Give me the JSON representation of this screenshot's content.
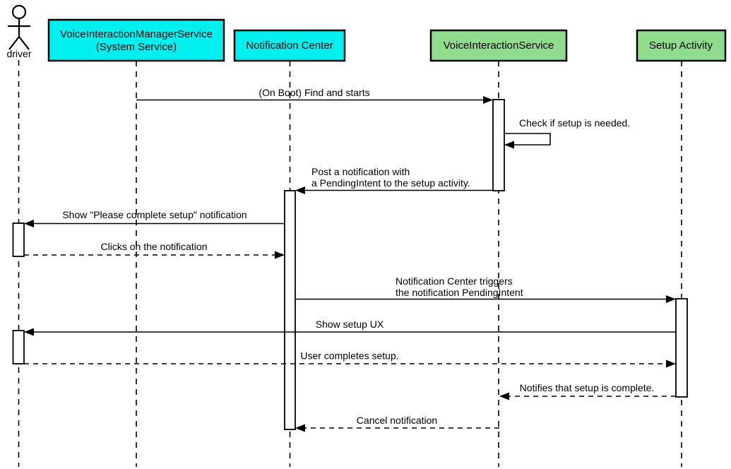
{
  "colors": {
    "system_participant_fill": "#00F0F0",
    "app_participant_fill": "#90DC8F",
    "stroke": "#000000",
    "background": "#FFFFFF"
  },
  "actor": {
    "label": "driver"
  },
  "participants": [
    {
      "id": "voice-interaction-manager-service",
      "kind": "system",
      "lines": [
        "VoiceInteractionManagerService",
        "(System Service)"
      ]
    },
    {
      "id": "notification-center",
      "kind": "system",
      "lines": [
        "Notification Center"
      ]
    },
    {
      "id": "voice-interaction-service",
      "kind": "app",
      "lines": [
        "VoiceInteractionService"
      ]
    },
    {
      "id": "setup-activity",
      "kind": "app",
      "lines": [
        "Setup Activity"
      ]
    }
  ],
  "messages": [
    {
      "from": "VoiceInteractionManagerService (System Service)",
      "to": "VoiceInteractionService",
      "style": "solid",
      "lines": [
        "(On Boot) Find and starts"
      ]
    },
    {
      "from": "VoiceInteractionService",
      "to": "VoiceInteractionService",
      "style": "solid-self",
      "lines": [
        "Check if setup is needed."
      ]
    },
    {
      "from": "VoiceInteractionService",
      "to": "Notification Center",
      "style": "solid",
      "lines": [
        "Post a notification with",
        "a PendingIntent to the setup activity."
      ]
    },
    {
      "from": "Notification Center",
      "to": "driver",
      "style": "solid",
      "lines": [
        "Show \"Please complete setup\" notification"
      ]
    },
    {
      "from": "driver",
      "to": "Notification Center",
      "style": "dashed",
      "lines": [
        "Clicks on the notification"
      ]
    },
    {
      "from": "Notification Center",
      "to": "Setup Activity",
      "style": "solid",
      "lines": [
        "Notification Center triggers",
        "the notification PendingIntent"
      ]
    },
    {
      "from": "Setup Activity",
      "to": "driver",
      "style": "solid",
      "lines": [
        "Show setup UX"
      ]
    },
    {
      "from": "driver",
      "to": "Setup Activity",
      "style": "dashed",
      "lines": [
        "User completes setup."
      ]
    },
    {
      "from": "Setup Activity",
      "to": "VoiceInteractionService",
      "style": "dashed",
      "lines": [
        "Notifies that setup is complete."
      ]
    },
    {
      "from": "VoiceInteractionService",
      "to": "Notification Center",
      "style": "dashed",
      "lines": [
        "Cancel notification"
      ]
    }
  ]
}
